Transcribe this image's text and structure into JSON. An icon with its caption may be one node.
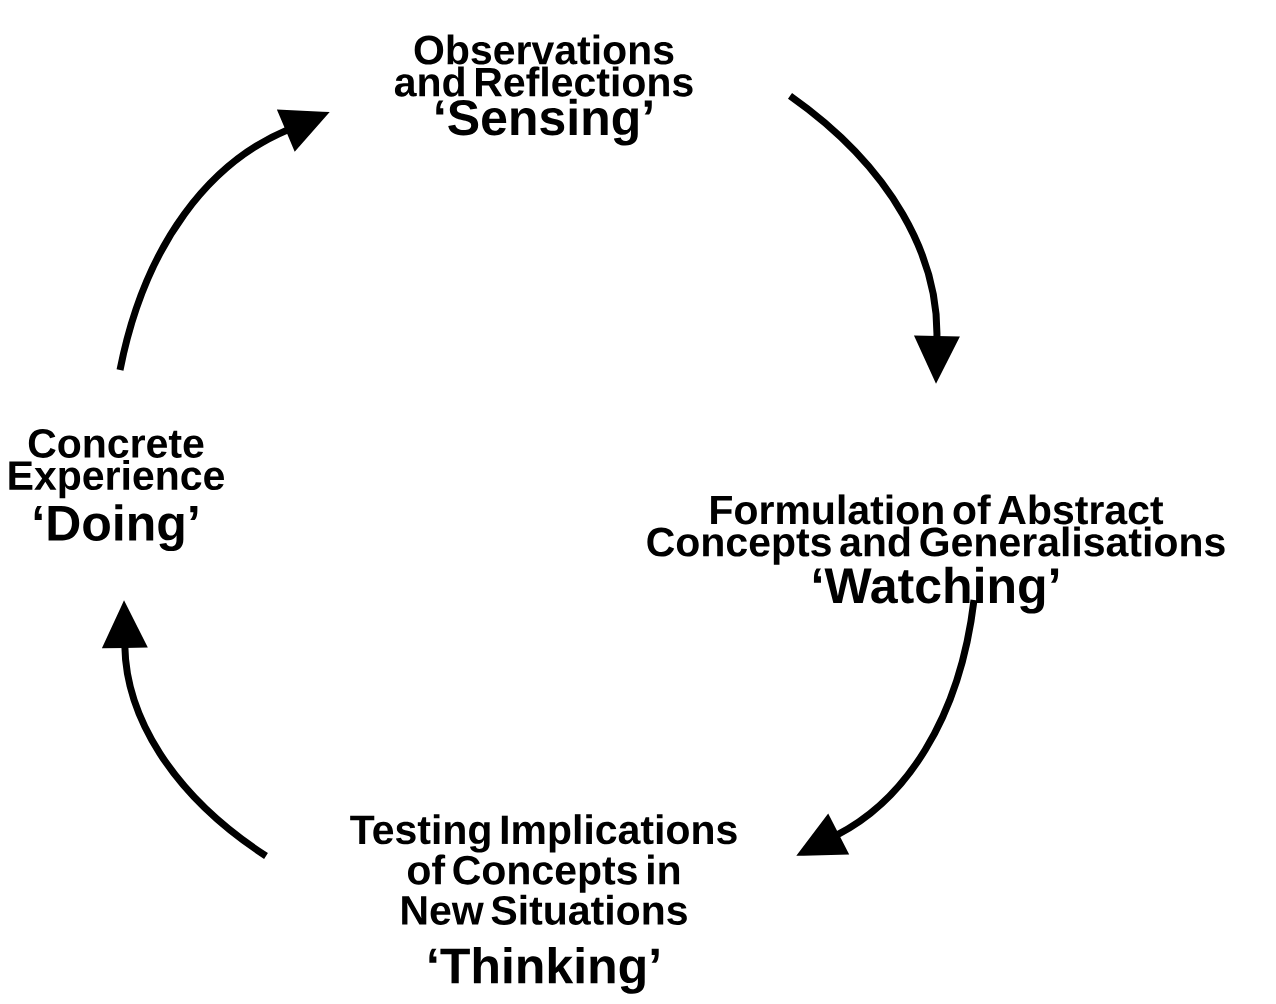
{
  "diagram": {
    "nodes": [
      {
        "text": [
          "Observations and Reflections",
          "‘Sensing’"
        ]
      },
      {
        "text": [
          "Formulation of Abstract Concepts and Generalisations",
          "‘Watching’"
        ]
      },
      {
        "text": [
          "Testing Implications of Concepts in New Situations",
          "‘Thinking’"
        ]
      },
      {
        "text": [
          "Concrete Experience",
          "‘Doing’"
        ]
      }
    ],
    "edges": [
      {
        "from": 0,
        "to": 1,
        "arrow": "to"
      },
      {
        "from": 1,
        "to": 2,
        "arrow": "to"
      },
      {
        "from": 2,
        "to": 3,
        "arrow": "to"
      },
      {
        "from": 3,
        "to": 0,
        "arrow": "to"
      }
    ]
  }
}
